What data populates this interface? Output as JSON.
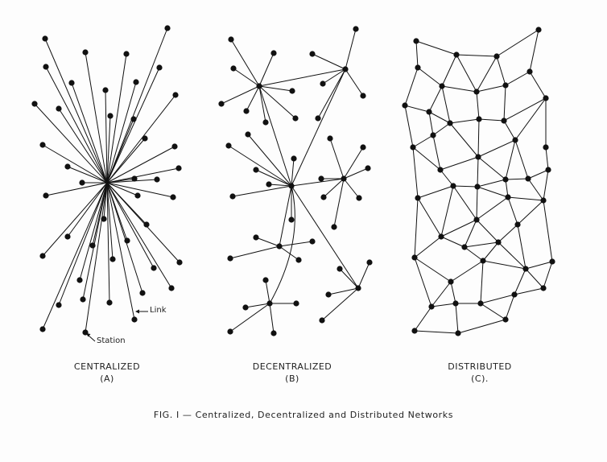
{
  "panels": [
    {
      "title": "CENTRALIZED",
      "letter": "(A)"
    },
    {
      "title": "DECENTRALIZED",
      "letter": "(B)"
    },
    {
      "title": "DISTRIBUTED",
      "letter": "(C)."
    }
  ],
  "annotations": {
    "link": "Link",
    "station": "Station"
  },
  "caption": "FIG. I — Centralized, Decentralized and Distributed Networks",
  "colors": {
    "ink": "#111111",
    "paper": "#fdfdfd"
  }
}
